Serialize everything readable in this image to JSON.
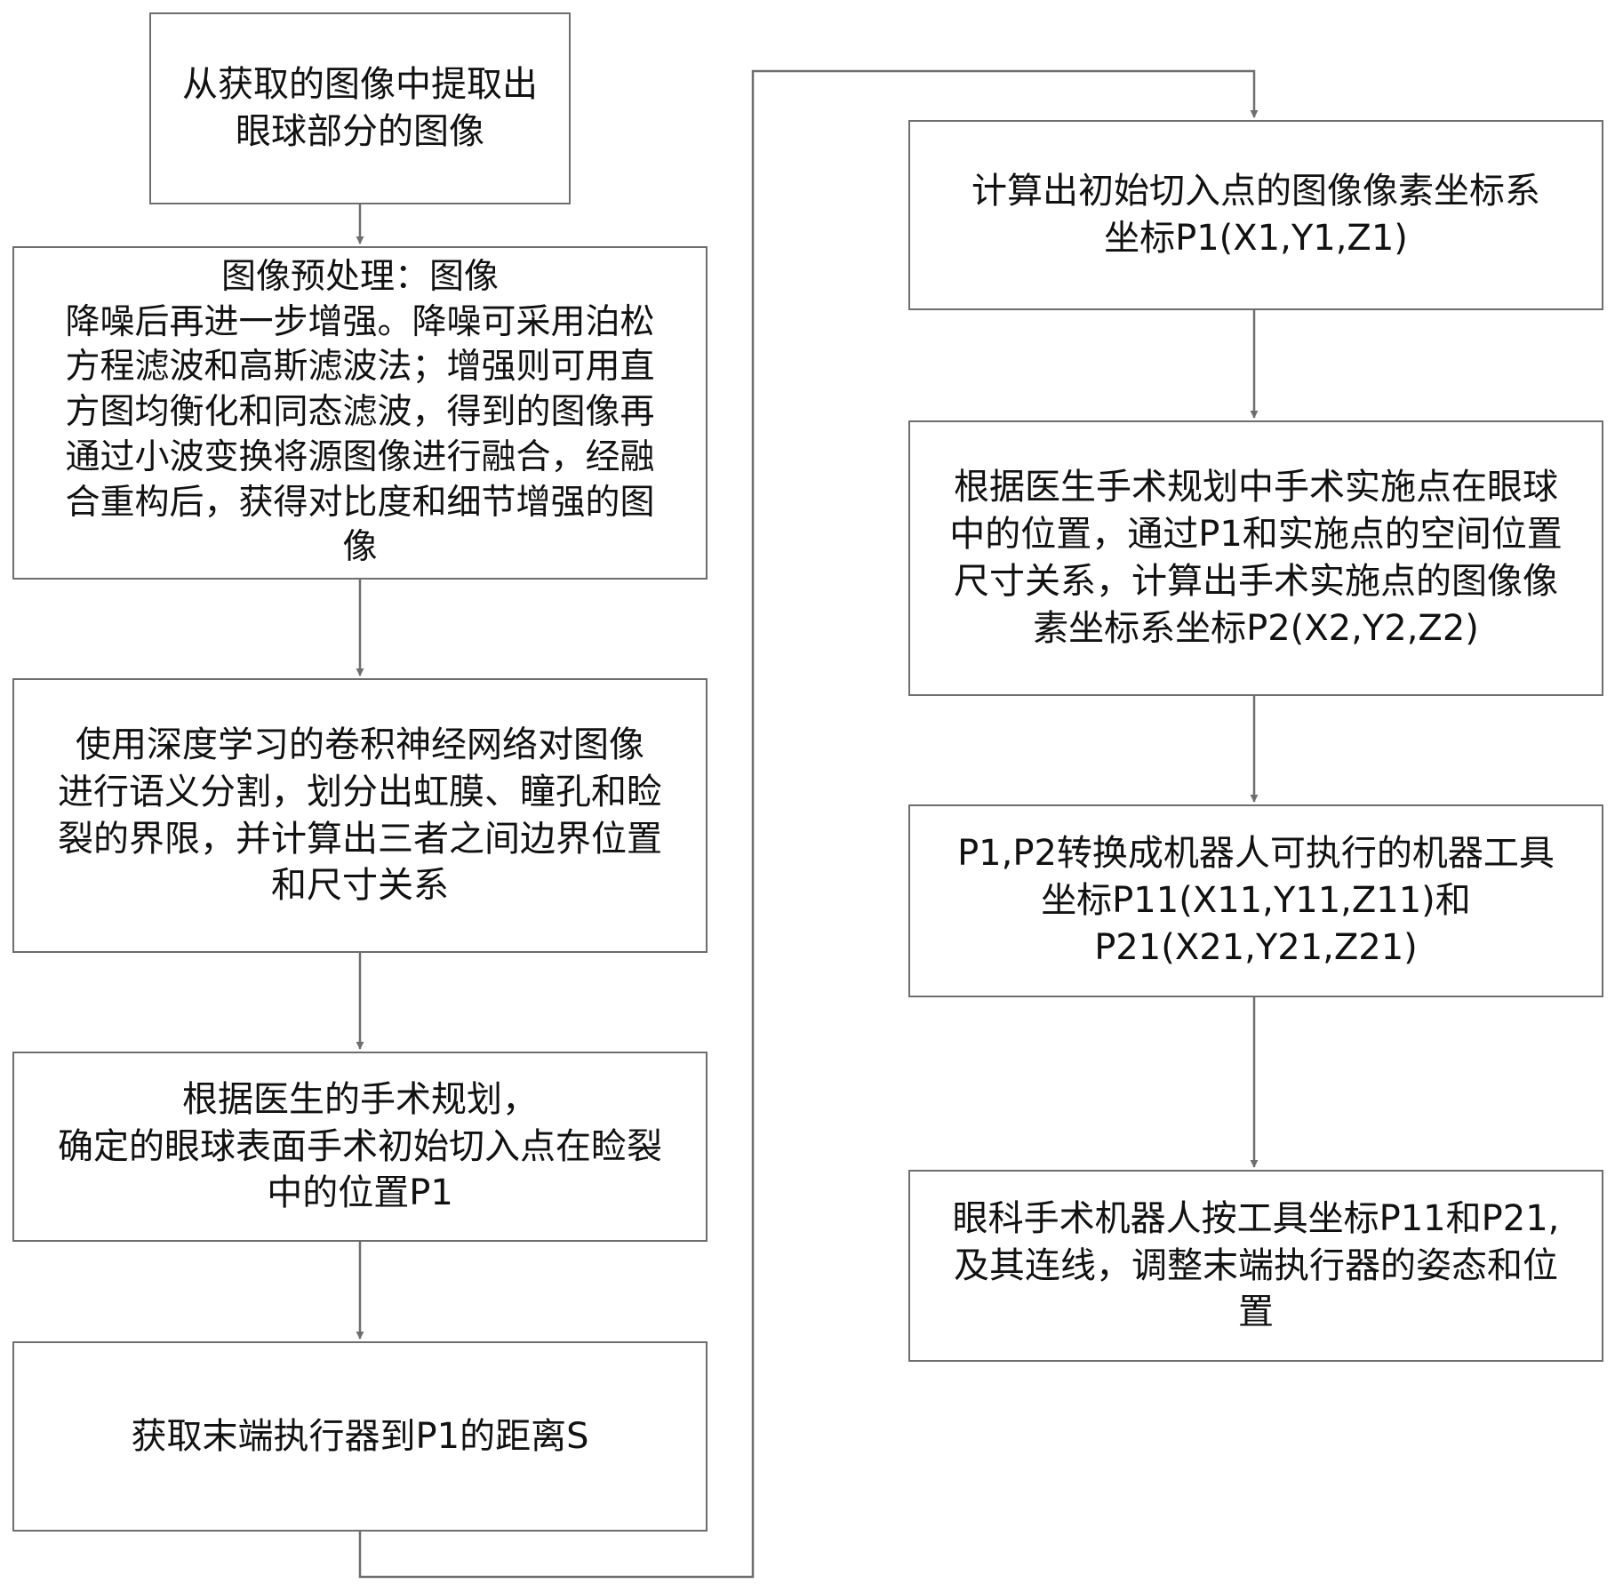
{
  "steps": {
    "s1": "从获取的图像中提取出\n眼球部分的图像",
    "s2": "图像预处理：图像\n降噪后再进一步增强。降噪可采用泊松\n方程滤波和高斯滤波法；增强则可用直\n方图均衡化和同态滤波，得到的图像再\n通过小波变换将源图像进行融合，经融\n合重构后，获得对比度和细节增强的图\n像",
    "s3": "使用深度学习的卷积神经网络对图像\n进行语义分割，划分出虹膜、瞳孔和睑\n裂的界限，并计算出三者之间边界位置\n和尺寸关系",
    "s4": "根据医生的手术规划，\n确定的眼球表面手术初始切入点在睑裂\n中的位置P1",
    "s5": "获取末端执行器到P1的距离S",
    "s6": "计算出初始切入点的图像像素坐标系\n坐标P1(X1,Y1,Z1)",
    "s7": "根据医生手术规划中手术实施点在眼球\n中的位置，通过P1和实施点的空间位置\n尺寸关系，计算出手术实施点的图像像\n素坐标系坐标P2(X2,Y2,Z2)",
    "s8": "P1,P2转换成机器人可执行的机器工具\n坐标P11(X11,Y11,Z11)和\nP21(X21,Y21,Z21)",
    "s9": "眼科手术机器人按工具坐标P11和P21,\n及其连线，调整末端执行器的姿态和位\n置"
  },
  "colors": {
    "line": "#6e6e6e",
    "text": "#111111"
  }
}
